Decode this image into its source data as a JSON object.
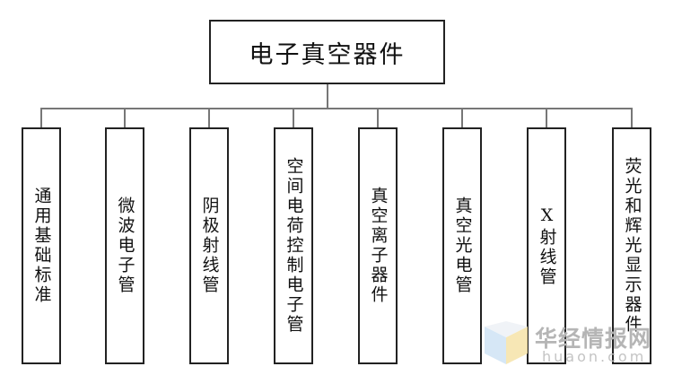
{
  "diagram": {
    "root": {
      "label": "电子真空器件"
    },
    "children": [
      {
        "label": "通用基础标准"
      },
      {
        "label": "微波电子管"
      },
      {
        "label": "阴极射线管"
      },
      {
        "label": "空间电荷控制电子管"
      },
      {
        "label": "真空离子器件"
      },
      {
        "label": "真空光电管"
      },
      {
        "label": "X射线管"
      },
      {
        "label": "荧光和辉光显示器件"
      }
    ]
  },
  "watermark": {
    "text_cn": "华经情报网",
    "text_en": "huaon.com"
  },
  "colors": {
    "line": "#777777",
    "border": "#222222",
    "watermark": "#b5b5b5"
  }
}
